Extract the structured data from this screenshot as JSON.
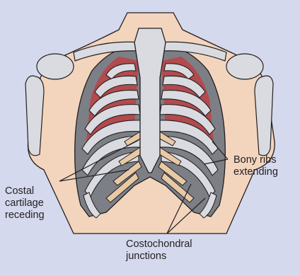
{
  "labels": {
    "bony_ribs": "Bony ribs\nextending",
    "costal_cartilage": "Costal\ncartilage\nreceding",
    "costochondral": "Costochondral\njunctions"
  },
  "colors": {
    "background": "#d5d9ee",
    "skin": "#f3d4bd",
    "bone": "#d9dbe0",
    "muscle": "#b24a4e",
    "cartilage": "#e8c9a6",
    "outline": "#231f20"
  }
}
